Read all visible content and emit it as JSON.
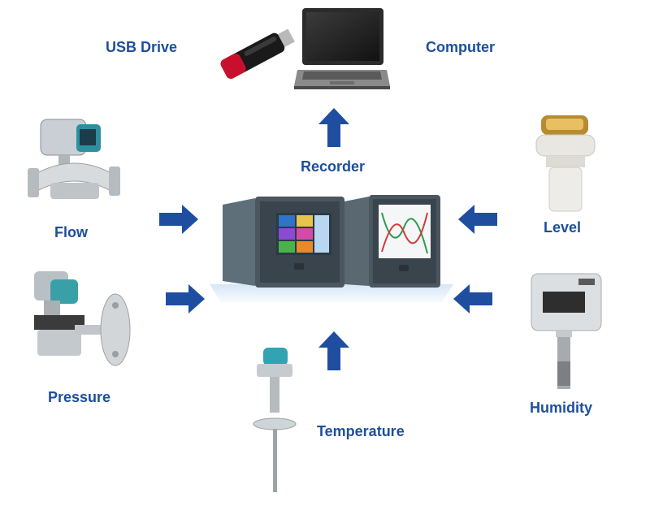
{
  "labels": {
    "usb_drive": "USB Drive",
    "computer": "Computer",
    "recorder": "Recorder",
    "flow": "Flow",
    "level": "Level",
    "pressure": "Pressure",
    "humidity": "Humidity",
    "temperature": "Temperature"
  },
  "colors": {
    "label_text": "#1d4f9c",
    "arrow": "#1f4ea1"
  },
  "icons": [
    "usb-drive-icon",
    "laptop-icon",
    "flow-meter-icon",
    "pressure-transmitter-icon",
    "level-sensor-icon",
    "humidity-sensor-icon",
    "temperature-probe-icon",
    "paperless-recorder-icon"
  ]
}
